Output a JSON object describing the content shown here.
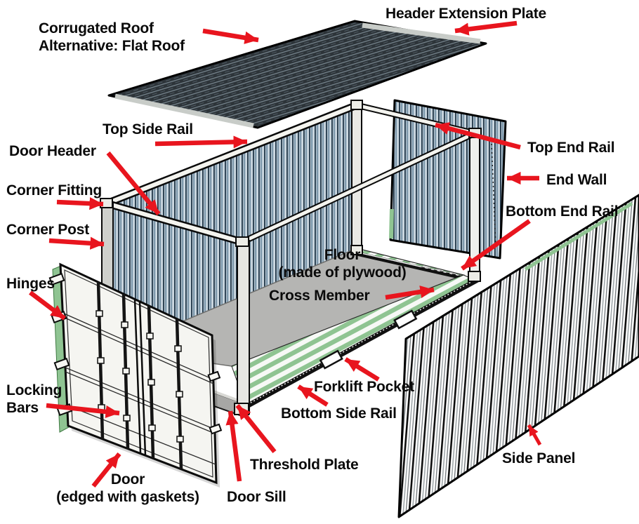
{
  "figure": {
    "kind": "exploded parts diagram",
    "subject": "Shipping container components"
  },
  "colors": {
    "arrow": "#e8151e",
    "label_text": "#0a0a0a",
    "wall_blue": "#b3c4d1",
    "gasket_green": "#8fc492",
    "floor_gray": "#b5b5b3",
    "roof_dark": "#2d3439",
    "background": "#ffffff"
  },
  "labels": {
    "corrugated_roof": {
      "line1": "Corrugated Roof",
      "line2": "Alternative: Flat Roof"
    },
    "header_extension_plate": {
      "text": "Header Extension Plate"
    },
    "top_side_rail": {
      "text": "Top Side Rail"
    },
    "door_header": {
      "text": "Door Header"
    },
    "corner_fitting": {
      "text": "Corner Fitting"
    },
    "corner_post": {
      "text": "Corner Post"
    },
    "hinges": {
      "text": "Hinges"
    },
    "locking_bars": {
      "line1": "Locking",
      "line2": "Bars"
    },
    "door": {
      "line1": "Door",
      "line2": "(edged with gaskets)"
    },
    "door_sill": {
      "text": "Door Sill"
    },
    "threshold_plate": {
      "text": "Threshold Plate"
    },
    "bottom_side_rail": {
      "text": "Bottom Side Rail"
    },
    "forklift_pocket": {
      "text": "Forklift Pocket"
    },
    "cross_member": {
      "text": "Cross Member"
    },
    "floor": {
      "line1": "Floor",
      "line2": "(made of plywood)"
    },
    "bottom_end_rail": {
      "text": "Bottom End Rail"
    },
    "end_wall": {
      "text": "End Wall"
    },
    "top_end_rail": {
      "text": "Top End Rail"
    },
    "side_panel": {
      "text": "Side Panel"
    }
  }
}
